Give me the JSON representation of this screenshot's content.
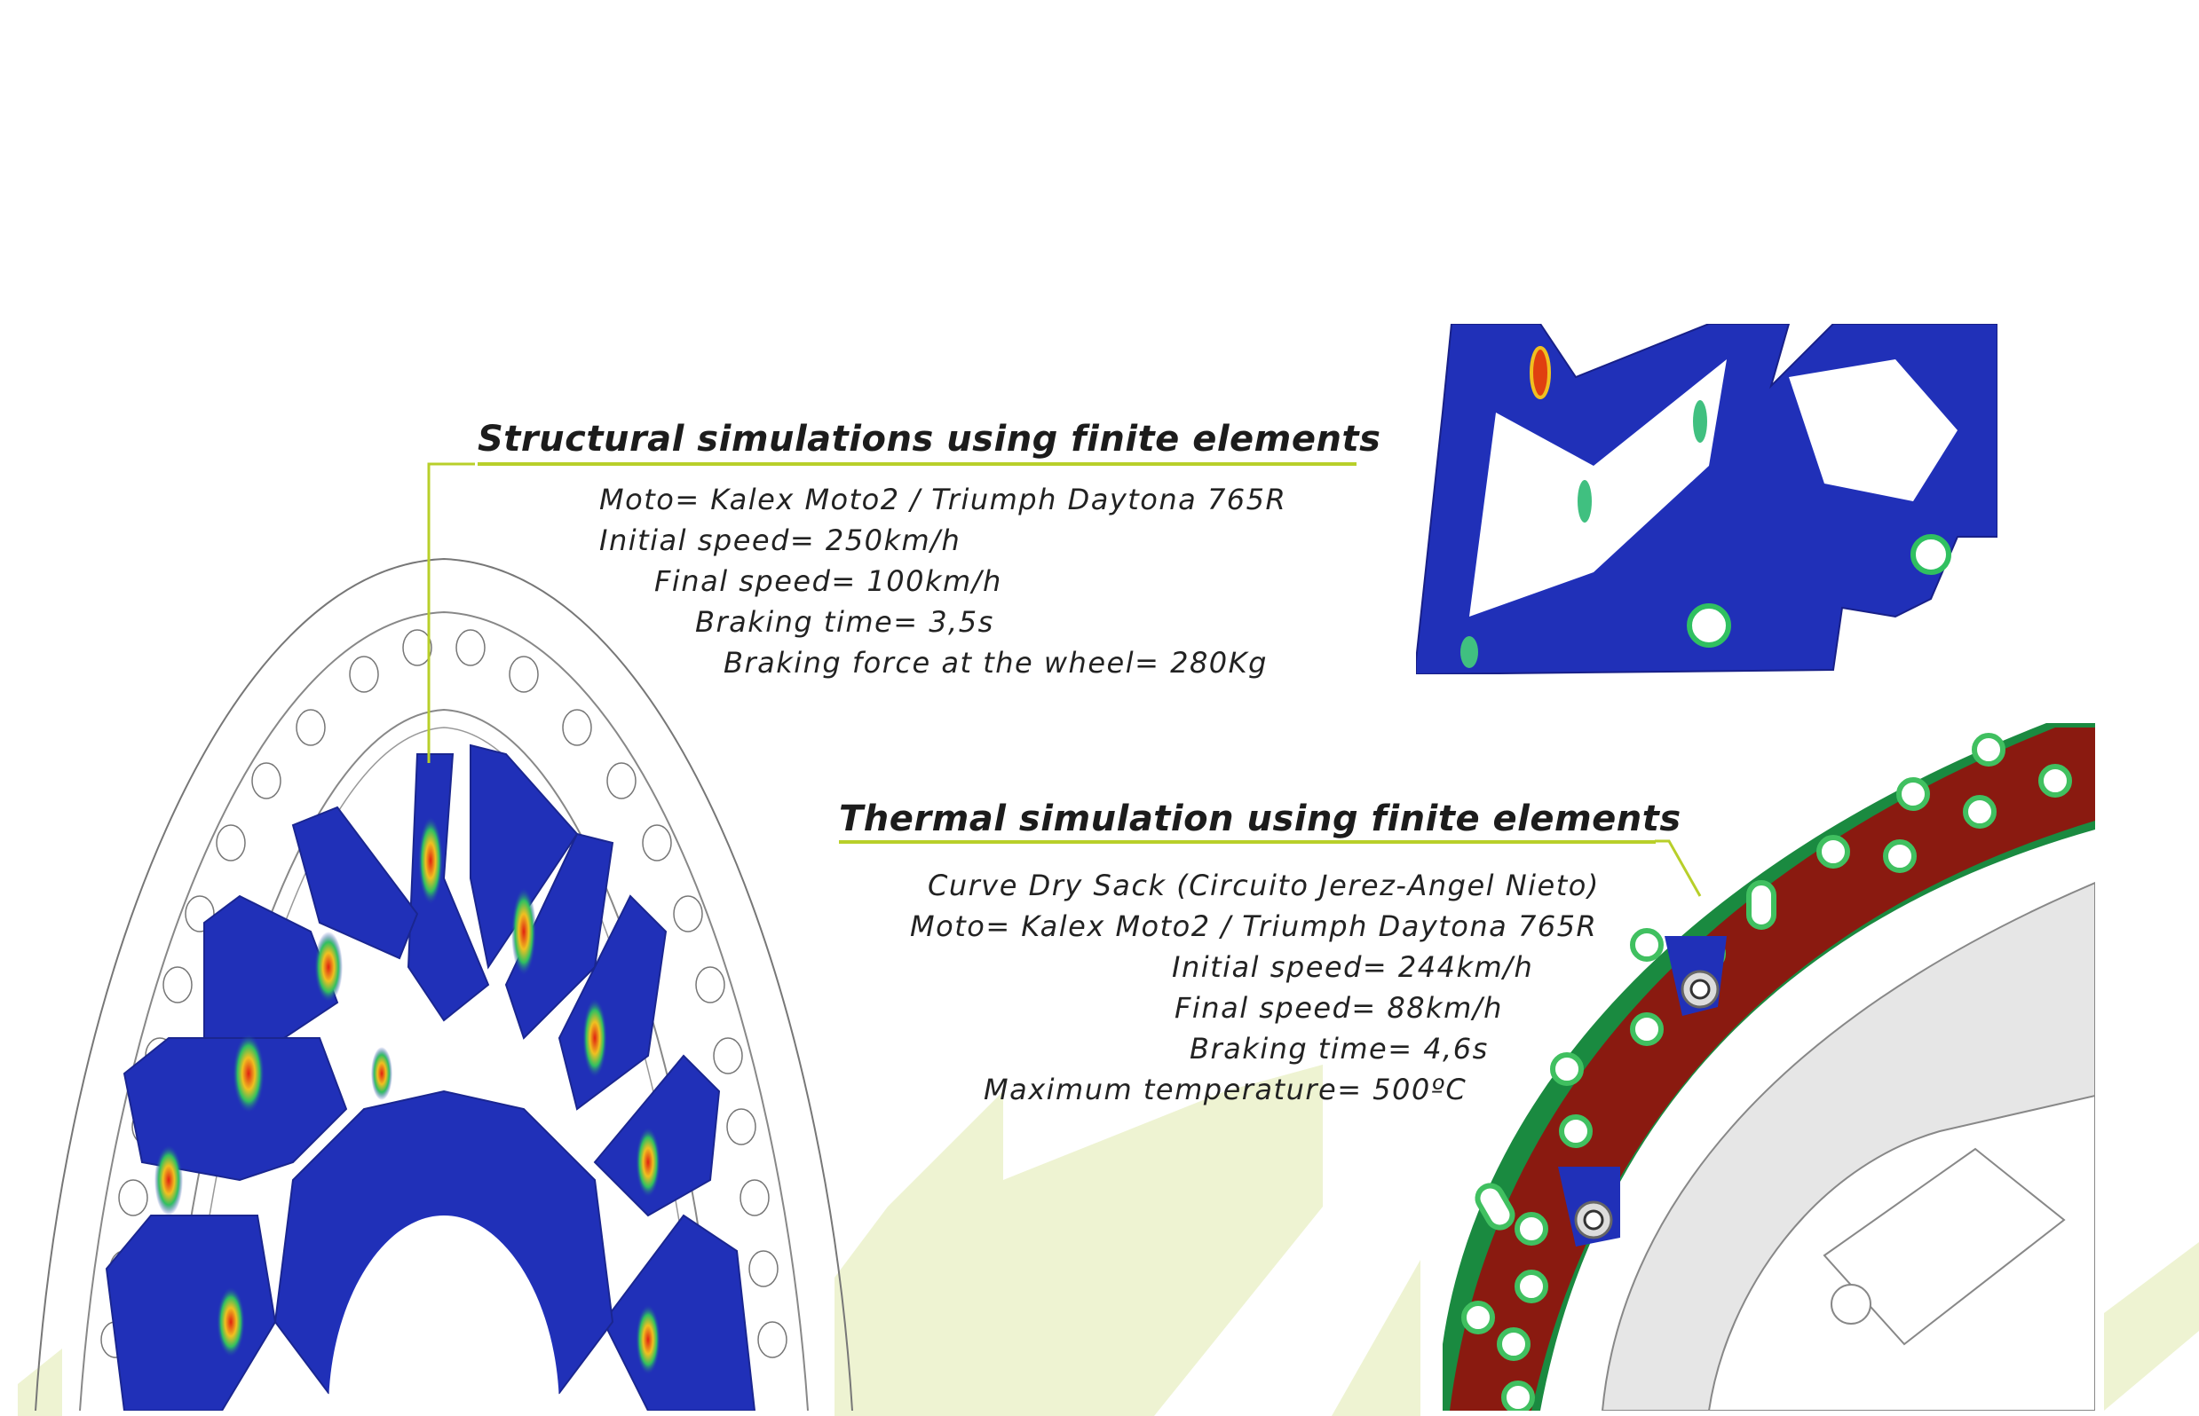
{
  "structural": {
    "title": "Structural simulations using finite elements",
    "lines": [
      "Moto= Kalex Moto2 / Triumph Daytona 765R",
      "Initial speed= 250km/h",
      "Final speed= 100km/h",
      "Braking time= 3,5s",
      "Braking force at the wheel= 280Kg"
    ]
  },
  "thermal": {
    "title": "Thermal simulation using finite elements",
    "lines": [
      "Curve Dry Sack (Circuito Jerez-Angel Nieto)",
      "Moto= Kalex Moto2 / Triumph Daytona 765R",
      "Initial speed= 244km/h",
      "Final speed= 88km/h",
      "Braking time= 4,6s",
      "Maximum temperature= 500ºC"
    ]
  },
  "colors": {
    "accent": "#b8cf2a",
    "stripe": "#eef3d2",
    "fea_blue": "#2030b8",
    "thermal_red": "#8a1a10"
  }
}
